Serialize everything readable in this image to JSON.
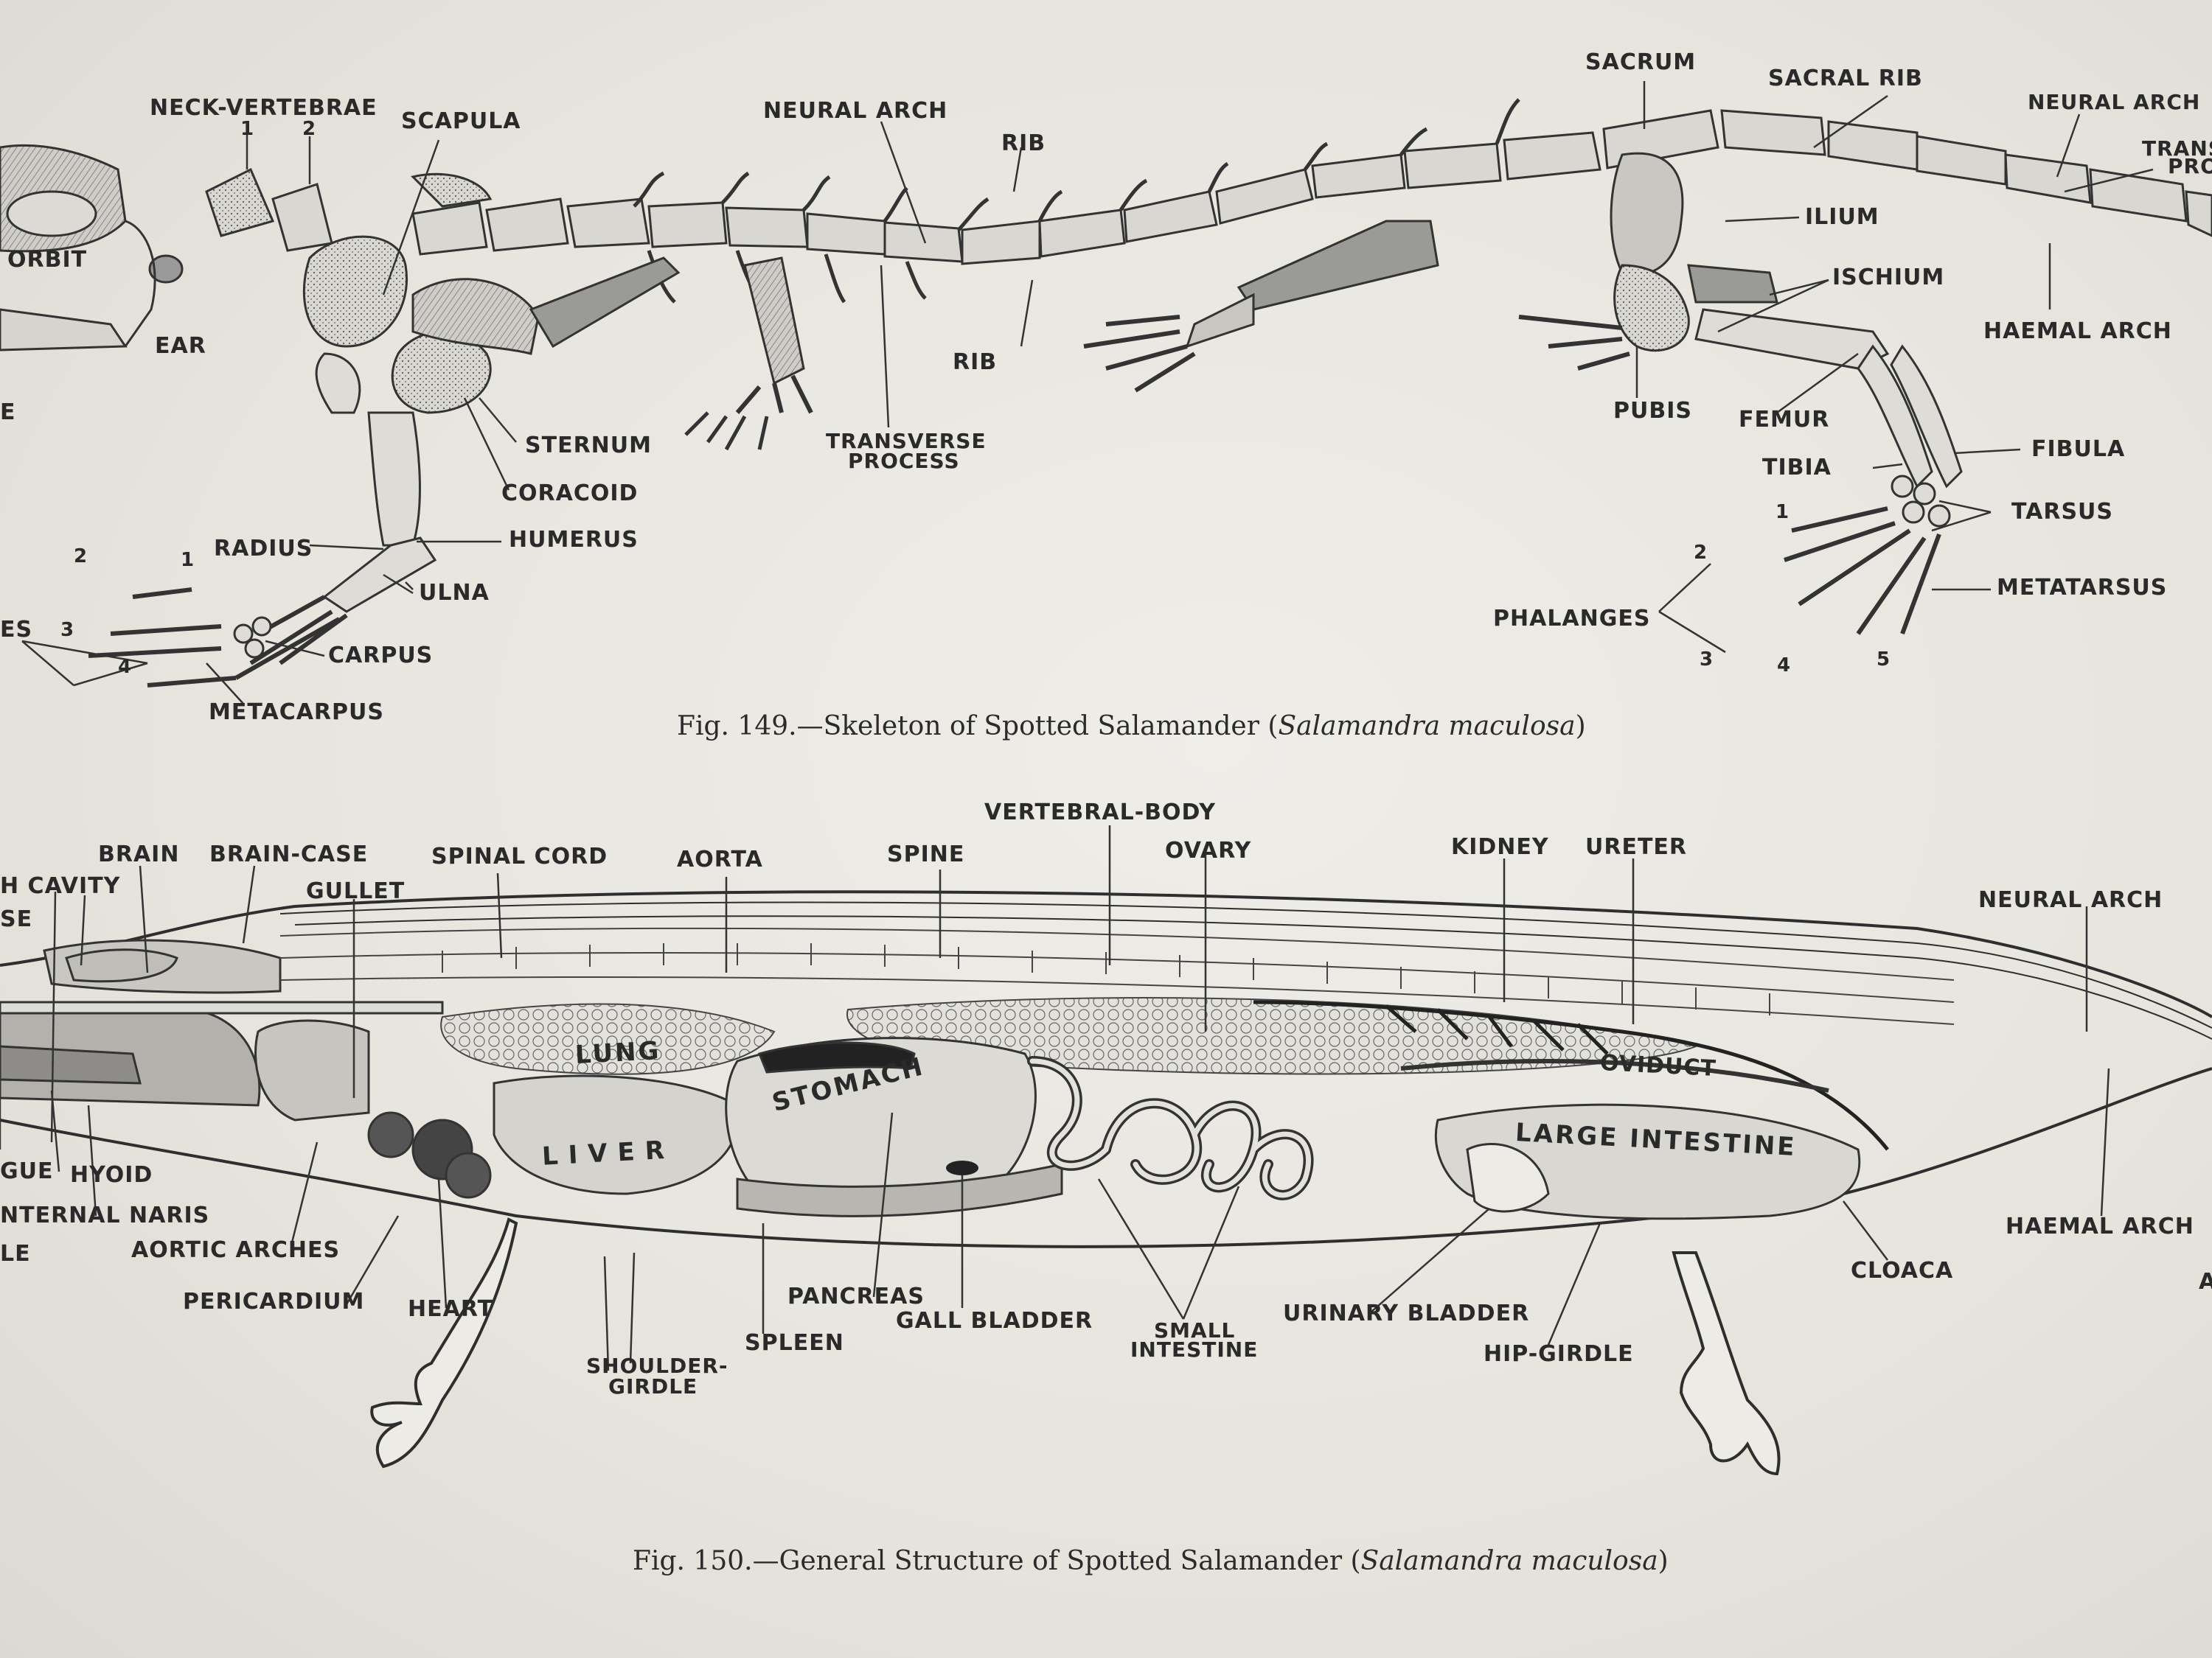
{
  "fig149": {
    "caption_prefix": "Fig. 149.—Skeleton of Spotted Salamander (",
    "caption_species": "Salamandra maculosa",
    "caption_suffix": ")",
    "labels": {
      "neck_vertebrae": "NECK-VERTEBRAE",
      "scapula": "SCAPULA",
      "neural_arch": "NEURAL ARCH",
      "rib_top": "RIB",
      "sacrum": "SACRUM",
      "sacral_rib": "SACRAL RIB",
      "neural_arch_right": "NEURAL ARCH",
      "trans_clip": "TRANS",
      "pro_clip": "PRO",
      "orbit": "ORBIT",
      "ear": "EAR",
      "ilium": "ILIUM",
      "ischium": "ISCHIUM",
      "haemal_arch": "HAEMAL ARCH",
      "rib_bottom": "RIB",
      "pubis": "PUBIS",
      "femur": "FEMUR",
      "sternum": "STERNUM",
      "transverse_process_1": "TRANSVERSE",
      "transverse_process_2": "PROCESS",
      "coracoid": "CORACOID",
      "tibia": "TIBIA",
      "fibula": "FIBULA",
      "radius": "RADIUS",
      "humerus": "HUMERUS",
      "tarsus": "TARSUS",
      "ulna": "ULNA",
      "metatarsus": "METATARSUS",
      "phalanges": "PHALANGES",
      "phalanges_left_clip": "ES",
      "carpus": "CARPUS",
      "metacarpus": "METACARPUS",
      "left_edge_clip": "E"
    },
    "numbers": {
      "neck_1": "1",
      "neck_2": "2",
      "hand_1": "1",
      "hand_2": "2",
      "hand_3": "3",
      "hand_4": "4",
      "foot_1": "1",
      "foot_2": "2",
      "foot_3": "3",
      "foot_4": "4",
      "foot_5": "5"
    }
  },
  "fig150": {
    "caption_prefix": "Fig. 150.—General Structure of Spotted Salamander (",
    "caption_species": "Salamandra maculosa",
    "caption_suffix": ")",
    "labels": {
      "vertebral_body": "VERTEBRAL-BODY",
      "brain": "BRAIN",
      "brain_case": "BRAIN-CASE",
      "spinal_cord": "SPINAL CORD",
      "aorta": "AORTA",
      "spine": "SPINE",
      "ovary": "OVARY",
      "kidney": "KIDNEY",
      "ureter": "URETER",
      "cavity_clip": "H CAVITY",
      "se_clip": "SE",
      "gullet": "GULLET",
      "neural_arch": "NEURAL ARCH",
      "lung": "LUNG",
      "stomach": "STOMACH",
      "oviduct": "OVIDUCT",
      "liver": "LIVER",
      "large_intestine": "LARGE INTESTINE",
      "tongue_clip": "GUE",
      "hyoid": "HYOID",
      "internal_naris": "NTERNAL NARIS",
      "le_clip": "LE",
      "aortic_arches": "AORTIC ARCHES",
      "haemal_arch": "HAEMAL ARCH",
      "pericardium": "PERICARDIUM",
      "heart": "HEART",
      "pancreas": "PANCREAS",
      "gall_bladder": "GALL BLADDER",
      "urinary_bladder": "URINARY BLADDER",
      "cloaca": "CLOACA",
      "a_clip": "A",
      "spleen": "SPLEEN",
      "small_intestine_1": "SMALL",
      "small_intestine_2": "INTESTINE",
      "hip_girdle": "HIP-GIRDLE",
      "shoulder_girdle_1": "SHOULDER-",
      "shoulder_girdle_2": "GIRDLE"
    }
  },
  "colors": {
    "paper": "#e9e7e1",
    "ink": "#2a2a2a",
    "bone_shade": "#9a9a96"
  }
}
